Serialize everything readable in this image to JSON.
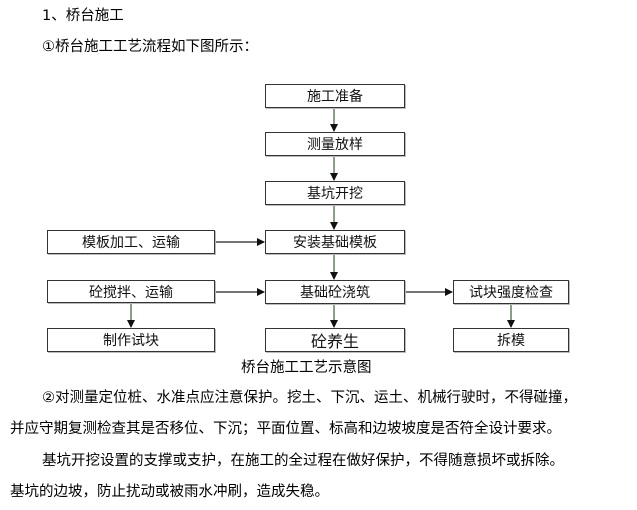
{
  "heading": "1、桥台施工",
  "intro": "①桥台施工工艺流程如下图所示：",
  "flowchart": {
    "boxes": {
      "prep": "施工准备",
      "survey": "测量放样",
      "excavate": "基坑开挖",
      "formwork_install": "安装基础模板",
      "formwork_process": "模板加工、运输",
      "pour": "基础砼浇筑",
      "mix": "砼搅拌、运输",
      "cure": "砼养生",
      "specimen": "制作试块",
      "strength_check": "试块强度检查",
      "demold": "拆模"
    },
    "caption": "桥台施工工艺示意图",
    "arrow_color": "#4a6a4a"
  },
  "paragraphs": [
    {
      "line1": "②对测量定位桩、水准点应注意保护。挖土、下沉、运土、机械行驶时，不得碰撞，",
      "line2": "并应守期复测检查其是否移位、下沉；平面位置、标高和边坡坡度是否符全设计要求。"
    },
    {
      "line1": "基坑开挖设置的支撑或支护，在施工的全过程在做好保护，不得随意损坏或拆除。",
      "line2": "基坑的边坡，防止扰动或被雨水冲刷，造成失稳。"
    }
  ]
}
